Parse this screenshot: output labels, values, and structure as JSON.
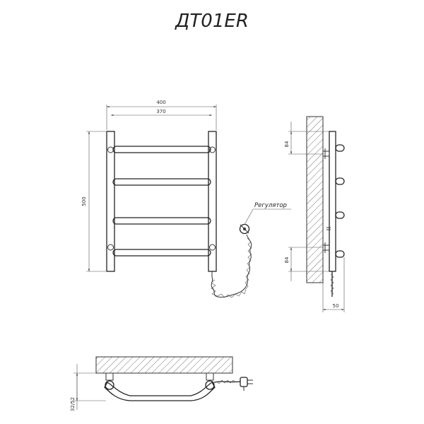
{
  "title": "ДТ01ER",
  "front_view": {
    "dim_width_outer": "400",
    "dim_width_inner": "370",
    "dim_height": "500"
  },
  "regulator_label": "Регулятор",
  "side_view": {
    "dim_top_offset": "84",
    "dim_bottom_offset": "84",
    "dim_depth": "50"
  },
  "bottom_view": {
    "dim_height": "32/52"
  }
}
